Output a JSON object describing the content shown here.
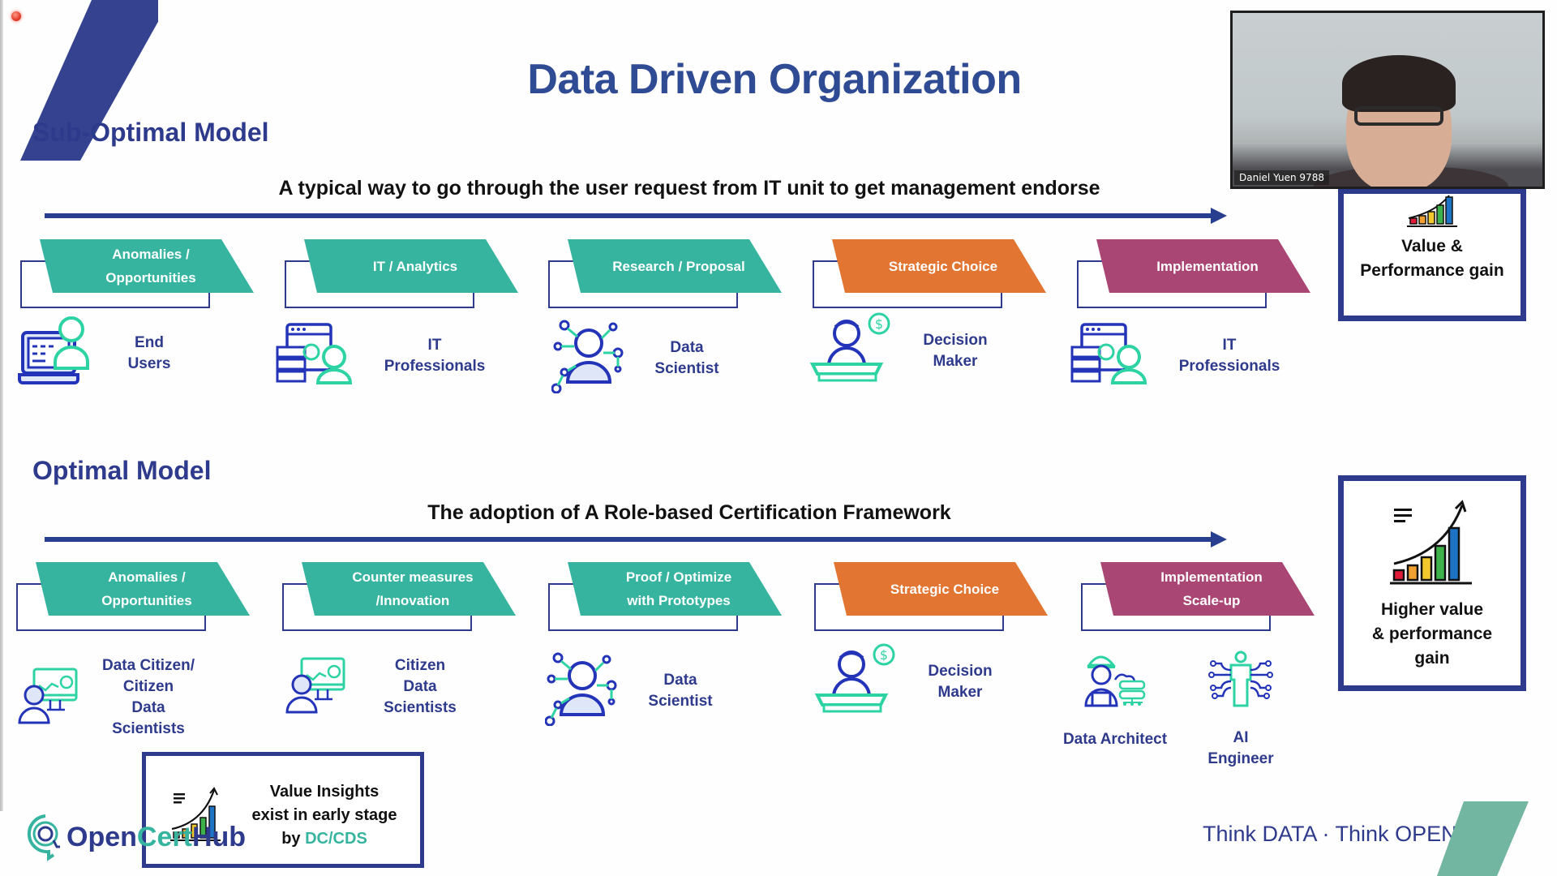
{
  "slide": {
    "title": "Data Driven Organization",
    "brand_colors": {
      "navy": "#2e3a8c",
      "teal": "#36b49f",
      "orange": "#e27532",
      "plum": "#a94674"
    }
  },
  "sub_optimal": {
    "heading": "Sub-Optimal Model",
    "subtitle": "A typical way to go through the user request from IT unit to get management endorse",
    "stages": [
      {
        "label": "Anomalies /\nOpportunities",
        "color": "teal"
      },
      {
        "label": "IT / Analytics",
        "color": "teal"
      },
      {
        "label": "Research / Proposal",
        "color": "teal"
      },
      {
        "label": "Strategic Choice",
        "color": "orange"
      },
      {
        "label": "Implementation",
        "color": "plum"
      }
    ],
    "roles": [
      {
        "label": "End\nUsers",
        "icon": "laptop-user-icon"
      },
      {
        "label": "IT\nProfessionals",
        "icon": "server-gear-user-icon"
      },
      {
        "label": "Data\nScientist",
        "icon": "data-scientist-network-icon"
      },
      {
        "label": "Decision\nMaker",
        "icon": "decision-maker-dollar-icon"
      },
      {
        "label": "IT\nProfessionals",
        "icon": "server-gear-user-icon"
      }
    ],
    "result": {
      "label": "Value &\nPerformance gain",
      "icon": "growth-bar-chart-icon"
    }
  },
  "optimal": {
    "heading": "Optimal Model",
    "subtitle": "The adoption of A Role-based Certification Framework",
    "stages": [
      {
        "label": "Anomalies /\nOpportunities",
        "color": "teal"
      },
      {
        "label": "Counter measures\n/Innovation",
        "color": "teal"
      },
      {
        "label": "Proof / Optimize\nwith Prototypes",
        "color": "teal"
      },
      {
        "label": "Strategic Choice",
        "color": "orange"
      },
      {
        "label": "Implementation\nScale-up",
        "color": "plum"
      }
    ],
    "roles": [
      {
        "label": "Data Citizen/\nCitizen\nData\nScientists",
        "icon": "monitor-analytics-user-icon"
      },
      {
        "label": "Citizen\nData\nScientists",
        "icon": "monitor-analytics-user-icon"
      },
      {
        "label": "Data\nScientist",
        "icon": "data-scientist-network-icon"
      },
      {
        "label": "Decision\nMaker",
        "icon": "decision-maker-dollar-icon"
      },
      {
        "label": "Data Architect",
        "icon": "data-architect-icon"
      },
      {
        "label": "AI\nEngineer",
        "icon": "ai-engineer-circuit-icon"
      }
    ],
    "result": {
      "label": "Higher value\n& performance\ngain",
      "icon": "growth-bar-chart-icon"
    },
    "insight": {
      "line1": "Value Insights",
      "line2": "exist in early stage",
      "by": "by",
      "highlight": "DC/CDS"
    }
  },
  "footer": {
    "logo_part1": "Open",
    "logo_part2": "Cert",
    "logo_part3": "Hub",
    "tagline": "Think DATA · Think OPEN"
  },
  "video_call": {
    "participant_name": "Daniel Yuen 9788"
  }
}
